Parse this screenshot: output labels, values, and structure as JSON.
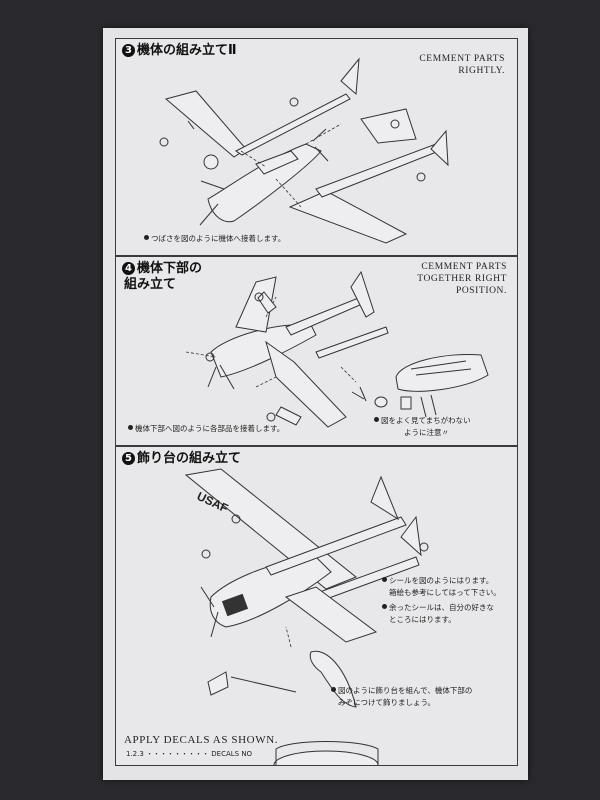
{
  "step3": {
    "number": "3",
    "title": "機体の組み立てⅡ",
    "english_note": [
      "CEMMENT PARTS",
      "RIGHTLY."
    ],
    "jp_note": "つばさを図のように機体へ接着します。"
  },
  "step4": {
    "number": "4",
    "title_line1": "機体下部の",
    "title_line2": "組み立て",
    "english_note": [
      "CEMMENT PARTS",
      "TOGETHER RIGHT",
      "POSITION."
    ],
    "jp_note_left": "機体下部へ図のように各部品を接着します。",
    "jp_note_right_line1": "図をよく見てまちがわない",
    "jp_note_right_line2": "ように注意〃"
  },
  "step5": {
    "number": "5",
    "title": "飾り台の組み立て",
    "decal_text": "USAF",
    "notes": [
      {
        "line1": "シールを図のようにはります。",
        "line2": "箱絵も参考にしてはって下さい。"
      },
      {
        "line1": "余ったシールは、自分の好きな",
        "line2": "ところにはります。"
      },
      {
        "line1": "図のように飾り台を組んで、機体下部の",
        "line2": "みぞにつけて飾りましょう。"
      }
    ],
    "apply_text": "APPLY DECALS AS SHOWN.",
    "decals_line": "1.2.3 ・・・・・・・・・ DECALS NO"
  }
}
